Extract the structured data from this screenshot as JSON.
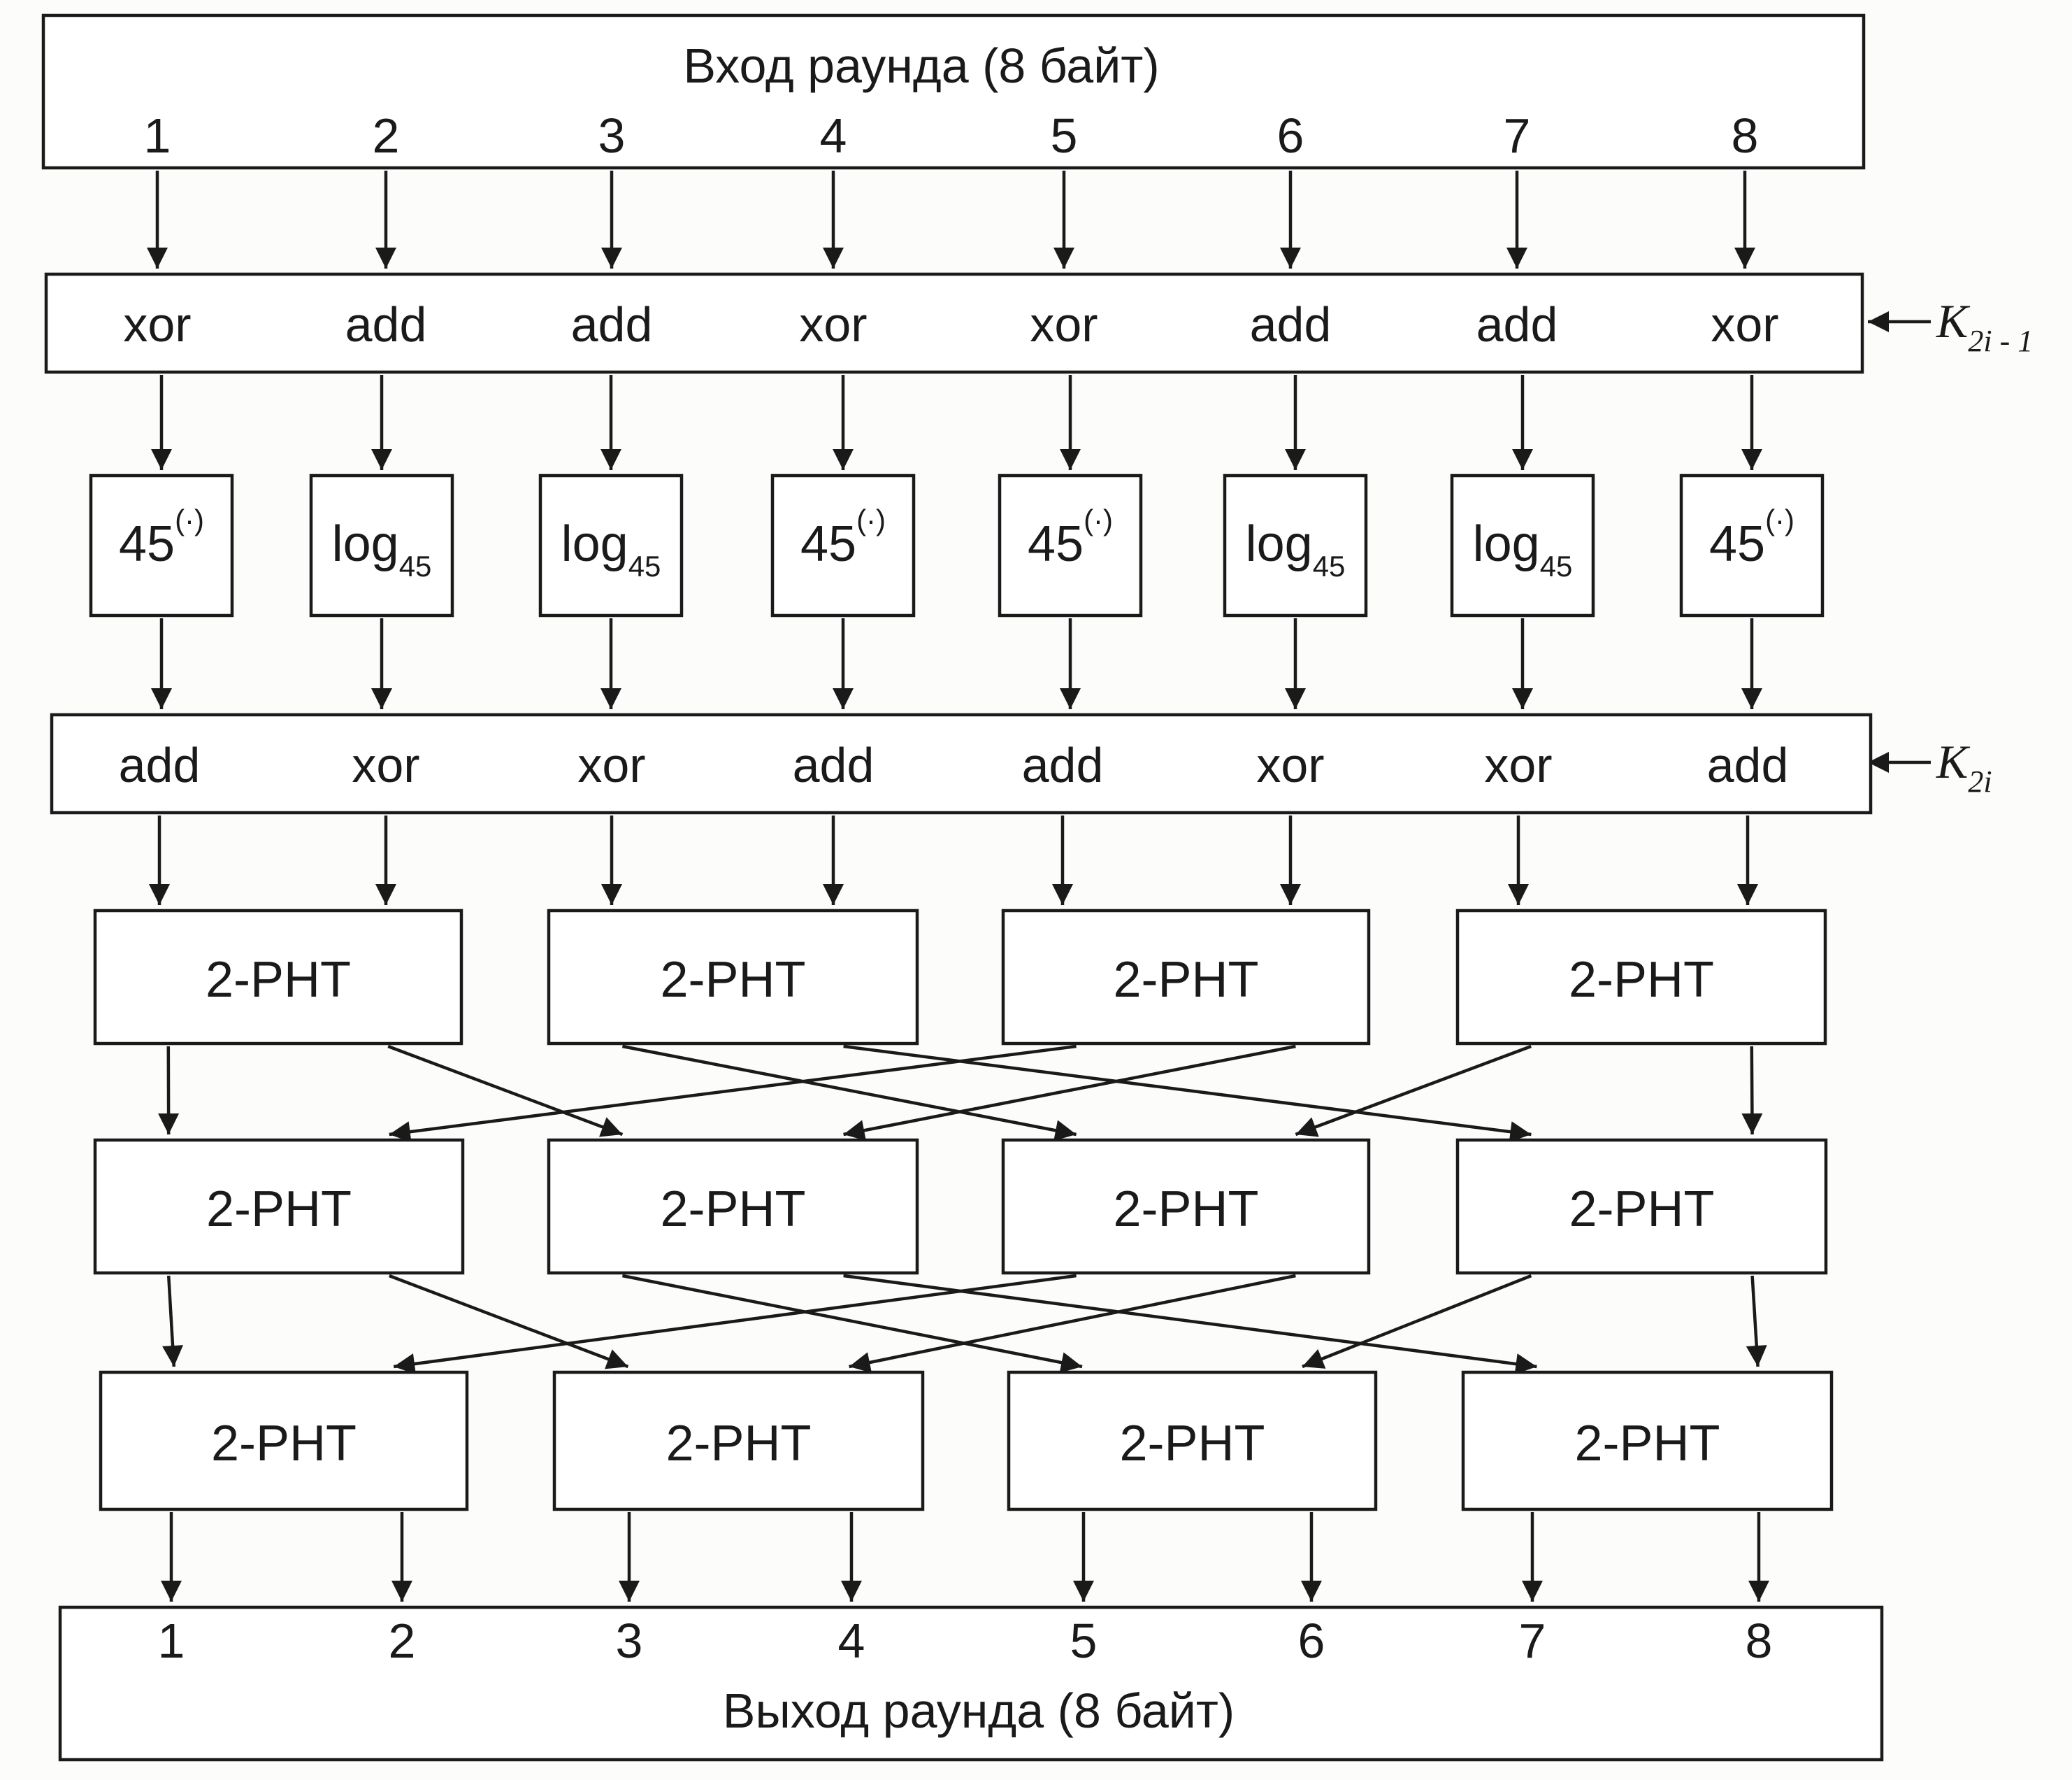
{
  "input_block": {
    "title": "Вход раунда (8 байт)",
    "byte_labels": [
      "1",
      "2",
      "3",
      "4",
      "5",
      "6",
      "7",
      "8"
    ]
  },
  "key_mix_1": {
    "ops": [
      "xor",
      "add",
      "add",
      "xor",
      "xor",
      "add",
      "add",
      "xor"
    ],
    "key_label": "K",
    "key_subscript": "2i - 1"
  },
  "substitution": [
    {
      "base": "45",
      "script": "(·)",
      "kind": "exp"
    },
    {
      "base": "log",
      "script": "45",
      "kind": "log"
    },
    {
      "base": "log",
      "script": "45",
      "kind": "log"
    },
    {
      "base": "45",
      "script": "(·)",
      "kind": "exp"
    },
    {
      "base": "45",
      "script": "(·)",
      "kind": "exp"
    },
    {
      "base": "log",
      "script": "45",
      "kind": "log"
    },
    {
      "base": "log",
      "script": "45",
      "kind": "log"
    },
    {
      "base": "45",
      "script": "(·)",
      "kind": "exp"
    }
  ],
  "key_mix_2": {
    "ops": [
      "add",
      "xor",
      "xor",
      "add",
      "add",
      "xor",
      "xor",
      "add"
    ],
    "key_label": "K",
    "key_subscript": "2i"
  },
  "pht_label": "2-PHT",
  "pht_layers": 3,
  "output_block": {
    "title": "Выход раунда (8 байт)",
    "byte_labels": [
      "1",
      "2",
      "3",
      "4",
      "5",
      "6",
      "7",
      "8"
    ]
  }
}
